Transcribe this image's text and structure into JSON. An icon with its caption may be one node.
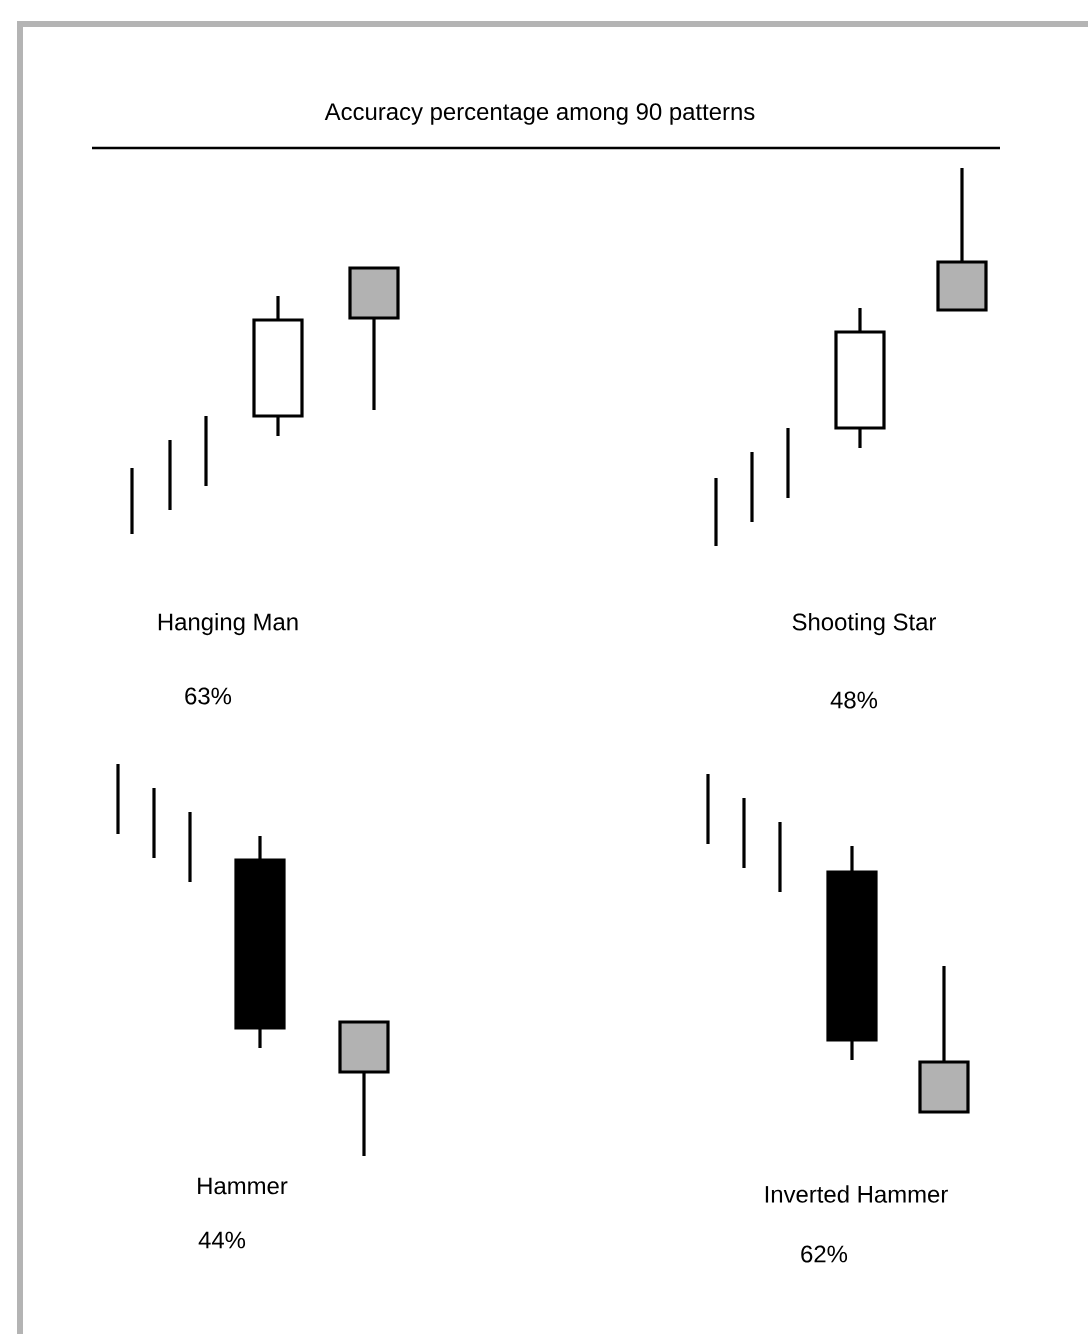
{
  "diagram": {
    "title": "Accuracy percentage among 90 patterns",
    "labels": [
      "Hanging Man",
      "Shooting Star",
      "63%",
      "48%",
      "Hammer",
      "Inverted Hammer",
      "44%",
      "62%"
    ]
  }
}
